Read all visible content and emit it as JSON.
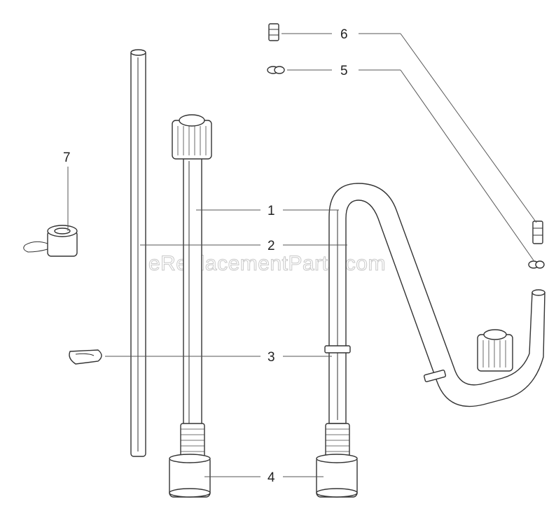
{
  "watermark": "eReplacementParts.com",
  "callouts": [
    "1",
    "2",
    "3",
    "4",
    "5",
    "6",
    "7"
  ]
}
